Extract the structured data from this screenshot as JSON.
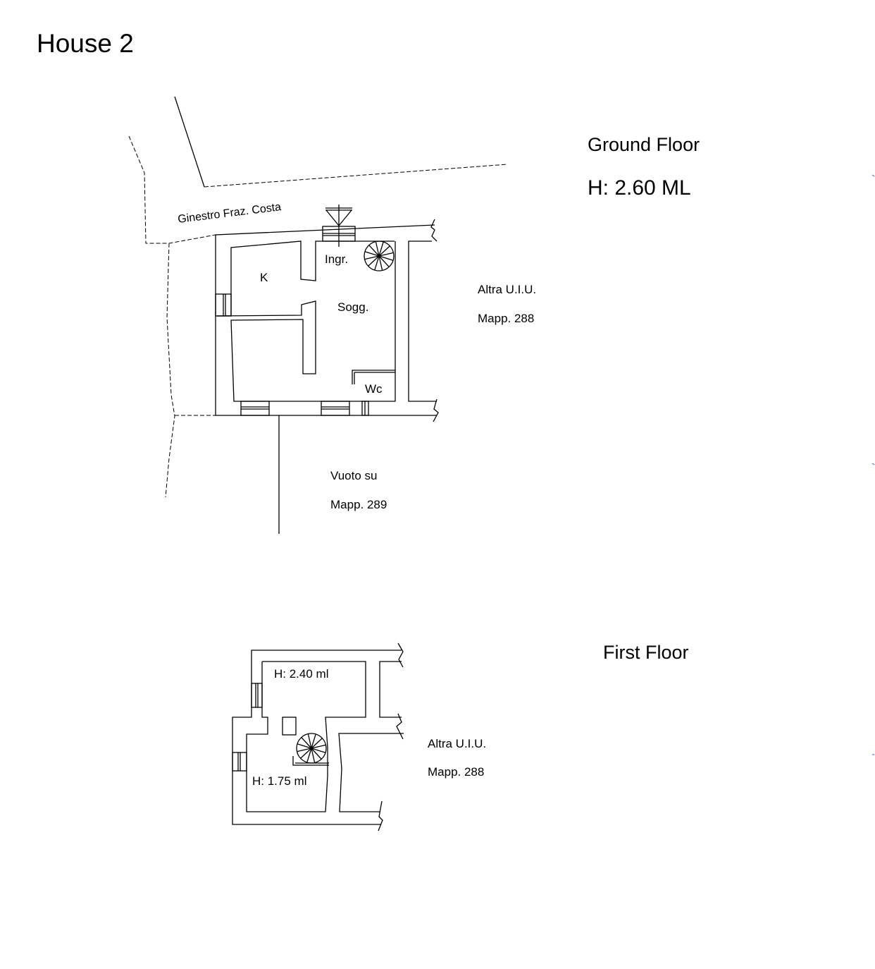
{
  "title": "House 2",
  "ground_floor": {
    "label": "Ground Floor",
    "height": "H: 2.60 ML",
    "street": "Ginestro Fraz. Costa",
    "rooms": {
      "entrance": "Ingr.",
      "kitchen": "K",
      "living": "Sogg.",
      "wc": "Wc"
    },
    "neighbor_line1": "Altra U.I.U.",
    "neighbor_line2": "Mapp. 288",
    "void_line1": "Vuoto su",
    "void_line2": "Mapp. 289"
  },
  "first_floor": {
    "label": "First Floor",
    "room_upper_height": "H: 2.40 ml",
    "room_lower_height": "H: 1.75 ml",
    "neighbor_line1": "Altra U.I.U.",
    "neighbor_line2": "Mapp. 288"
  }
}
